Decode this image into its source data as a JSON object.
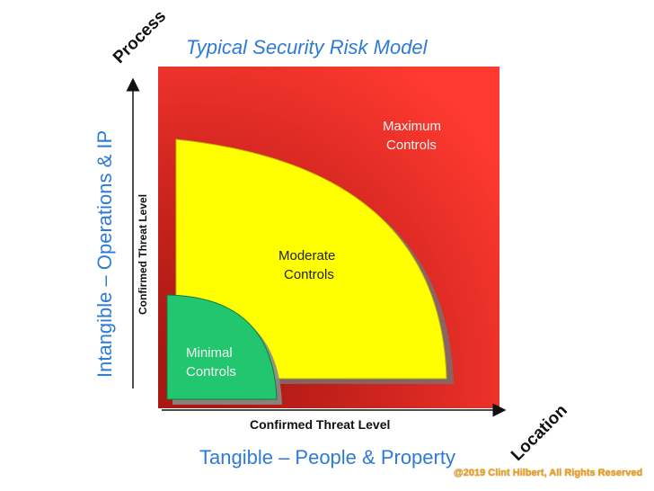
{
  "title": "Typical Security Risk Model",
  "axes": {
    "diagonal_top": "Process",
    "diagonal_bottom": "Location",
    "vertical_outer": "Intangible – Operations & IP",
    "vertical_inner": "Confirmed Threat Level",
    "horizontal_inner": "Confirmed Threat Level",
    "horizontal_outer": "Tangible – People & Property"
  },
  "zones": {
    "maximum": {
      "line1": "Maximum",
      "line2": "Controls",
      "color": "#e82e2a"
    },
    "moderate": {
      "line1": "Moderate",
      "line2": "Controls",
      "color": "#ffff00"
    },
    "minimal": {
      "line1": "Minimal",
      "line2": "Controls",
      "color": "#22c66e"
    }
  },
  "footer": {
    "copyright": "@2019 Clint Hilbert, All Rights Reserved"
  }
}
